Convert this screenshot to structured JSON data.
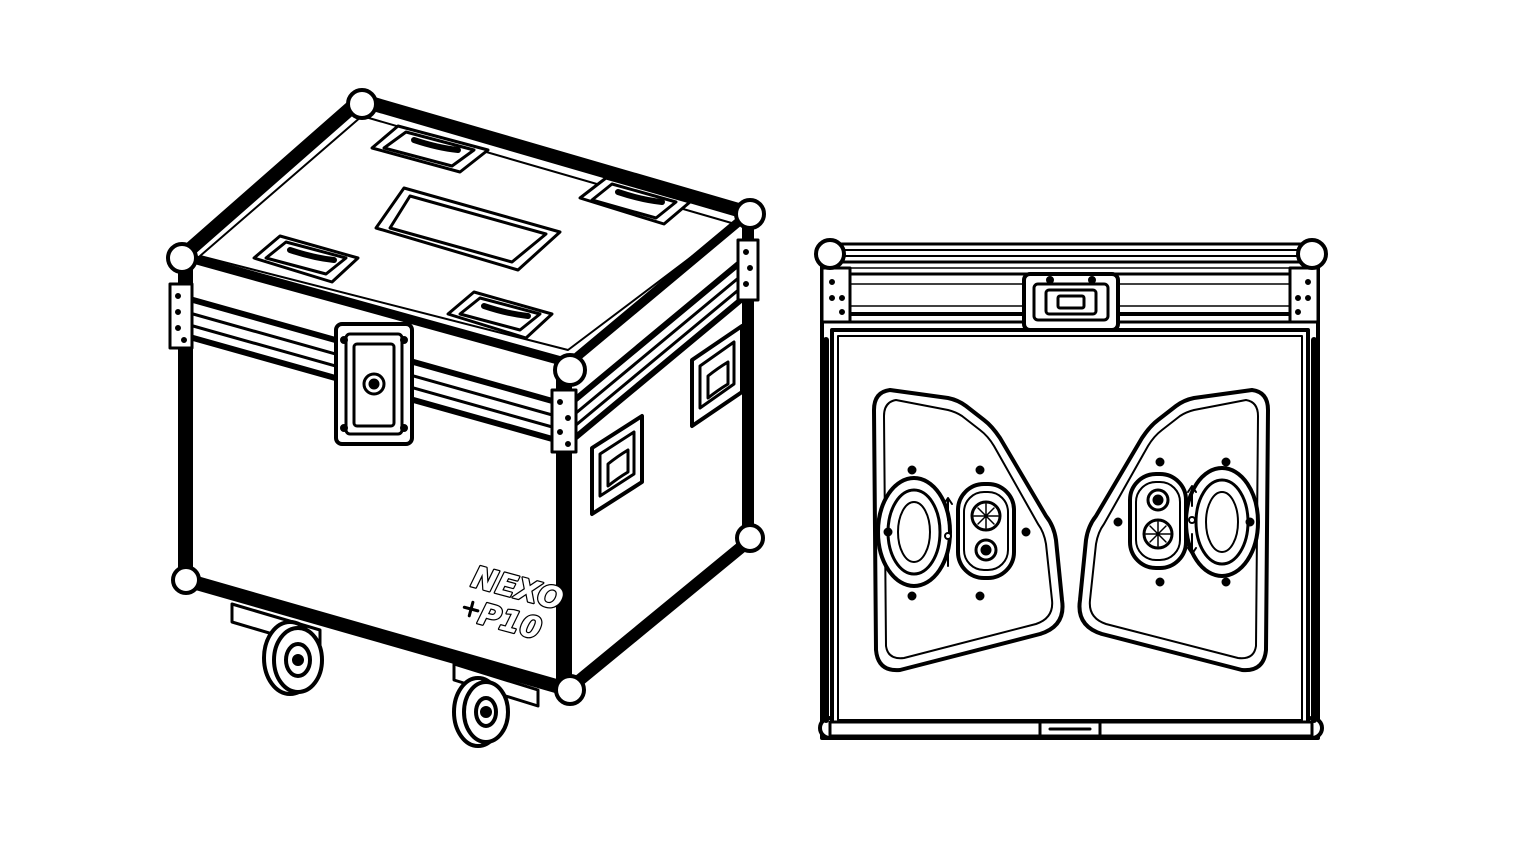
{
  "figure": {
    "views": [
      {
        "id": "closed-case-view"
      },
      {
        "id": "open-case-view"
      }
    ],
    "logo": {
      "brand": "NEXO",
      "model": "P10"
    },
    "colors": {
      "ink": "#000000",
      "paper": "#ffffff"
    }
  }
}
